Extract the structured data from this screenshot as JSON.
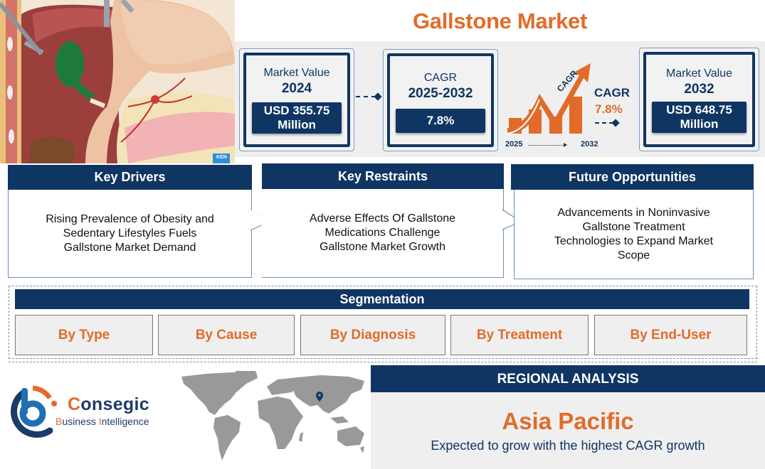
{
  "header": {
    "title": "Gallstone Market"
  },
  "hero": {
    "image": "anatomical-illustration-liver-gallbladder",
    "watermark": "KEN"
  },
  "stats": {
    "market_value_2024": {
      "label": "Market Value",
      "year": "2024",
      "value_line1": "USD 355.75",
      "value_line2": "Million"
    },
    "cagr": {
      "label": "CAGR",
      "period": "2025-2032",
      "value": "7.8%"
    },
    "growth_graphic": {
      "arrow_label": "CAGR",
      "side_label": "CAGR",
      "side_value": "7.8%",
      "start_year": "2025",
      "end_year": "2032"
    },
    "market_value_2032": {
      "label": "Market Value",
      "year": "2032",
      "value_line1": "USD 648.75",
      "value_line2": "Million"
    }
  },
  "panels": [
    {
      "header": "Key Drivers",
      "lines": [
        "Rising Prevalence of Obesity and",
        "Sedentary Lifestyles Fuels",
        "Gallstone Market Demand"
      ]
    },
    {
      "header": "Key Restraints",
      "lines": [
        "Adverse Effects Of Gallstone",
        "Medications Challenge",
        "Gallstone Market Growth"
      ]
    },
    {
      "header": "Future Opportunities",
      "lines": [
        "Advancements in Noninvasive",
        "Gallstone Treatment",
        "Technologies to Expand Market",
        "Scope"
      ]
    }
  ],
  "segmentation": {
    "header": "Segmentation",
    "items": [
      "By Type",
      "By Cause",
      "By Diagnosis",
      "By Treatment",
      "By End-User"
    ]
  },
  "logo": {
    "name_initial": "C",
    "name_rest": "onsegic",
    "tag_b": "B",
    "tag_usiness": "usiness ",
    "tag_i": "I",
    "tag_ntelligence": "ntelligence"
  },
  "regional": {
    "header": "REGIONAL ANALYSIS",
    "region": "Asia Pacific",
    "description": "Expected to grow with the highest CAGR growth"
  },
  "colors": {
    "navy": "#0f3563",
    "orange": "#e26b2a",
    "panel_gray": "#efefef"
  }
}
